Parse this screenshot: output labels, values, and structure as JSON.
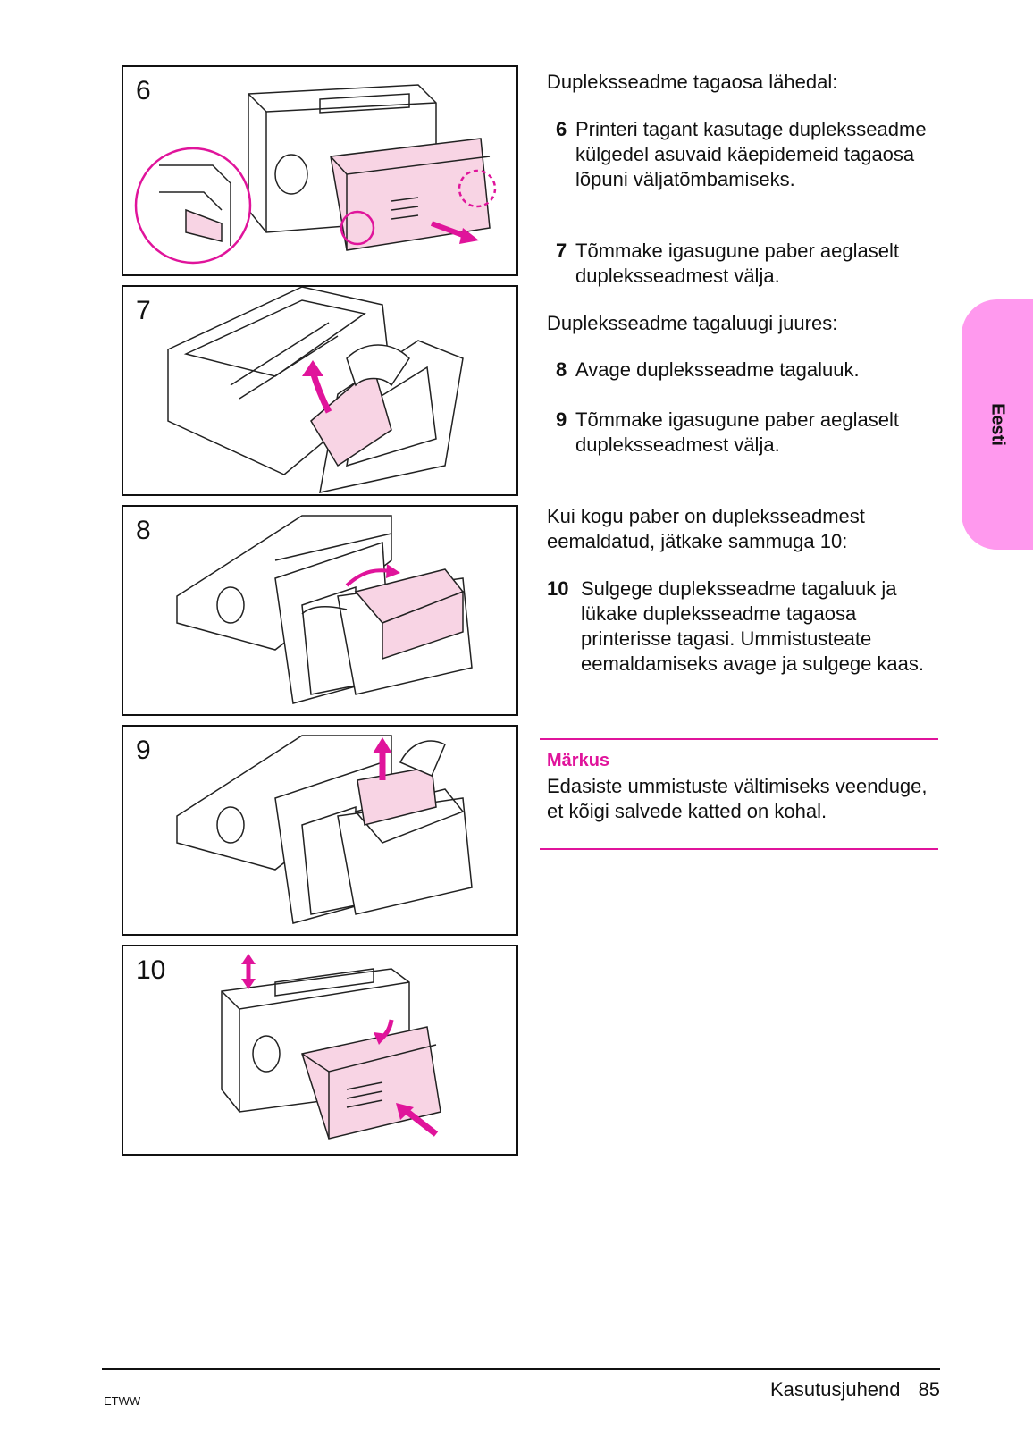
{
  "panels": [
    {
      "number": "6",
      "icon": "printer-duplex-pull-illustration"
    },
    {
      "number": "7",
      "icon": "paper-removal-hand-illustration"
    },
    {
      "number": "8",
      "icon": "open-rear-door-illustration"
    },
    {
      "number": "9",
      "icon": "paper-pull-up-illustration"
    },
    {
      "number": "10",
      "icon": "close-and-push-illustration"
    }
  ],
  "section1": {
    "heading": "Dupleksseadme tagaosa lähedal:",
    "steps": [
      {
        "n": "6",
        "text": "Printeri tagant kasutage dupleksseadme külgedel asuvaid käepidemeid tagaosa lõpuni väljatõmbamiseks."
      },
      {
        "n": "7",
        "text": "Tõmmake igasugune paber aeglaselt dupleksseadmest välja."
      }
    ]
  },
  "section2": {
    "heading": "Dupleksseadme tagaluugi juures:",
    "steps": [
      {
        "n": "8",
        "text": "Avage dupleksseadme tagaluuk."
      },
      {
        "n": "9",
        "text": "Tõmmake igasugune paber aeglaselt dupleksseadmest välja."
      }
    ]
  },
  "section3": {
    "intro": "Kui kogu paber on dupleksseadmest eemaldatud, jätkake sammuga 10:",
    "step": {
      "n": "10",
      "text": "Sulgege dupleksseadme tagaluuk ja lükake dupleksseadme tagaosa printerisse tagasi. Ummistusteate eemaldamiseks avage ja sulgege kaas."
    }
  },
  "note": {
    "label": "Märkus",
    "text": "Edasiste ummistuste vältimiseks veenduge, et kõigi salvede katted on kohal."
  },
  "side_tab": "Eesti",
  "footer": {
    "left": "ETWW",
    "title": "Kasutusjuhend",
    "page": "85"
  },
  "colors": {
    "accent": "#e0149b",
    "tab": "#ff99ee",
    "part_fill": "#f8d4e4"
  }
}
